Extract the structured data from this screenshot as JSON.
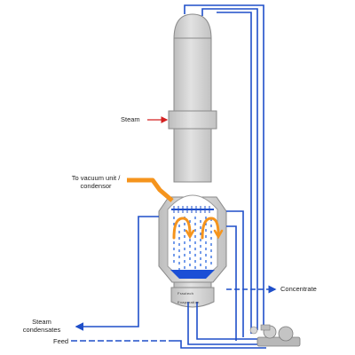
{
  "labels": {
    "steam": "Steam",
    "vacuum_line1": "To vacuum unit /",
    "vacuum_line2": "condensor",
    "concentrate": "Concentrate",
    "steam_condensates_line1": "Steam",
    "steam_condensates_line2": "condensates",
    "feed": "Feed"
  },
  "brand": {
    "line1": "Frautech",
    "line2": "Evaporation"
  },
  "colors": {
    "vessel_fill": "#d8d8d8",
    "vessel_stroke": "#8a8a8a",
    "pipe_blue": "#1f4fc9",
    "vapor_orange": "#f5941d",
    "steam_arrow_red": "#d42020",
    "liquid_blue": "#1b4fd6",
    "droplet_blue": "#2a66e0"
  }
}
